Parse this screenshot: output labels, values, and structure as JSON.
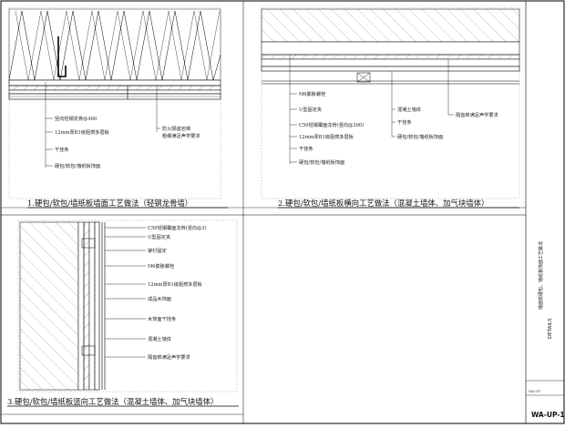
{
  "sheet": {
    "number": "WA-UP-1.",
    "side_title": "DETAILS",
    "side_subtitle": "墙面软硬包、墙纸板饰面工艺做法",
    "stamp": "WA-UP"
  },
  "detail1": {
    "caption": "1.硬包/软包/墙纸板墙面工艺做法（轻钢龙骨墙）",
    "callouts": [
      "竖向轻钢龙骨@400",
      "12mm厚B1级阻燃多层板",
      "干挂条",
      "硬包/软包/墙纸板饰面"
    ],
    "right_callout": [
      "防火隔音岩棉",
      "粗细满足声学要求"
    ]
  },
  "detail2": {
    "caption": "2.硬包/软包/墙纸板横向工艺做法（混凝土墙体、加气块墙体）",
    "callouts_left": [
      "M6膨胀螺栓",
      "U型固定夹",
      "C50轻钢覆面龙骨(竖向@300)",
      "12mm厚B1级阻燃多层板",
      "干挂条",
      "硬包/软包/墙纸板饰面"
    ],
    "callouts_mid": [
      "混凝土墙体",
      "干挂条",
      "硬包/软包/墙纸板饰面"
    ],
    "callouts_right": [
      "隔音棉满足声学要求"
    ]
  },
  "detail3": {
    "caption": "3.硬包/软包/墙纸板竖向工艺做法（混凝土墙体、加气块墙体）",
    "callouts": [
      "C50轻钢覆面龙骨(竖向@3)",
      "U型固定夹",
      "铆钉固定",
      "M6膨胀螺栓",
      "12mm厚B1级阻燃多层板",
      "成品木饰面",
      "木饰面干挂条",
      "混凝土墙体",
      "隔音棉满足声学要求"
    ]
  }
}
